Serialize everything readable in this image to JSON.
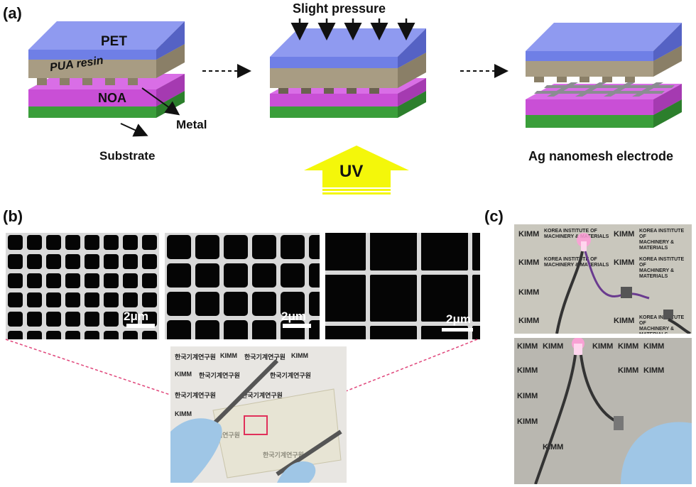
{
  "figure": {
    "panel_a_label": "(a)",
    "panel_b_label": "(b)",
    "panel_c_label": "(c)",
    "labels": {
      "pet": "PET",
      "pua_resin": "PUA resin",
      "noa": "NOA",
      "metal": "Metal",
      "substrate": "Substrate",
      "slight_pressure": "Slight pressure",
      "uv": "UV",
      "ag_nanomesh": "Ag nanomesh electrode"
    },
    "scale_bars": [
      "2μm",
      "2μm",
      "2μm"
    ],
    "photo_text": {
      "korean_logo": "한국기계연구원",
      "kimm": "KIMM",
      "institute_line1": "KOREA INSTITUTE OF",
      "institute_line2": "MACHINERY & MATERIALS"
    },
    "colors": {
      "pet": "#6f7fe6",
      "pua": "#a89c83",
      "noa": "#c94fd6",
      "substrate": "#3a9e3a",
      "uv_arrow": "#f4f70a",
      "zoom_lines": "#e0457a"
    }
  }
}
